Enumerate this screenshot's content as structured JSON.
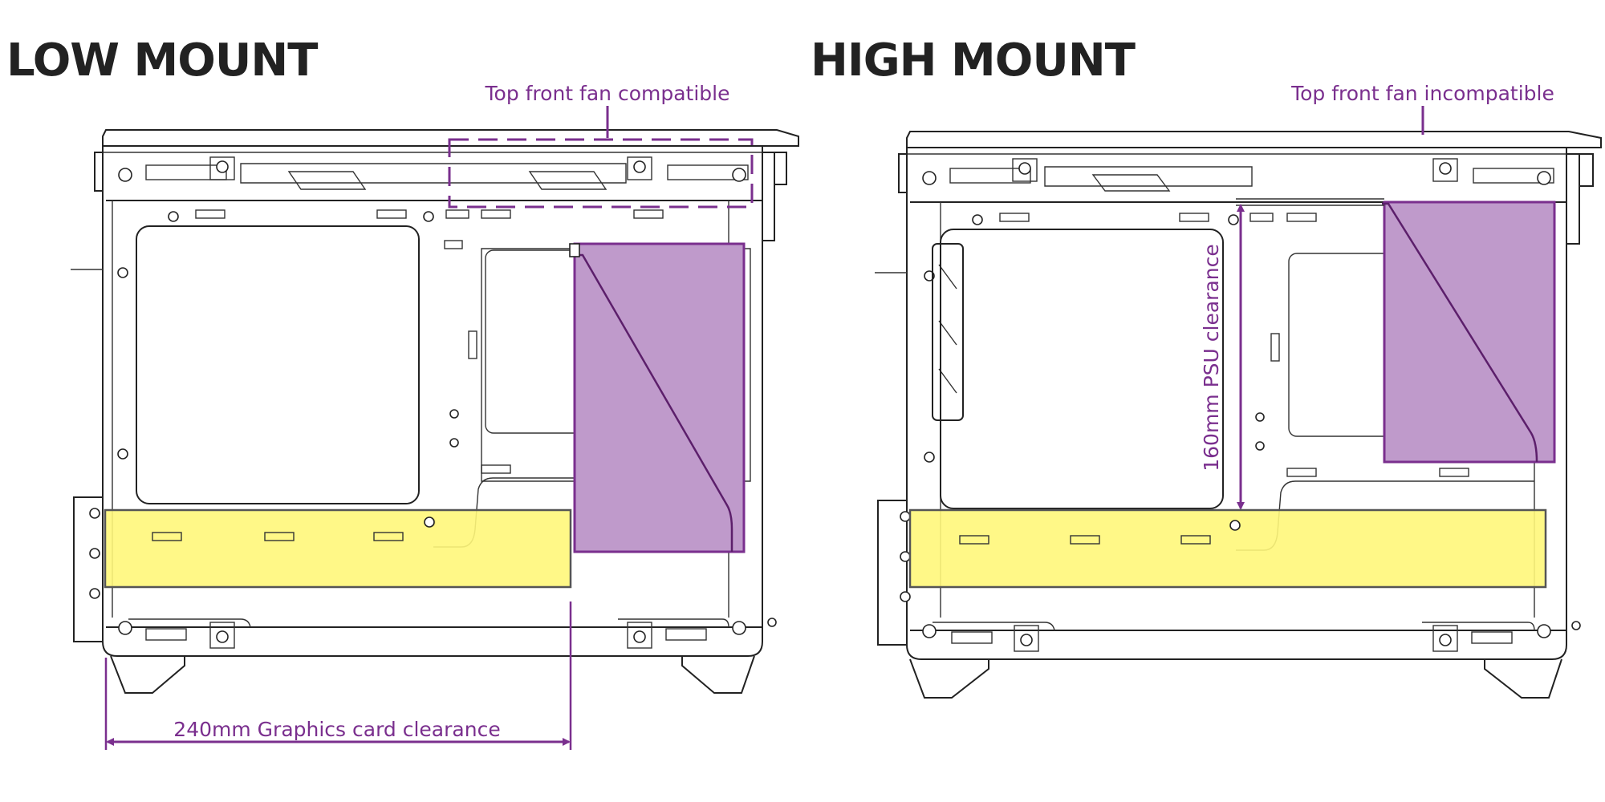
{
  "colors": {
    "accent": "#7a2f8e",
    "psu_fill": "#bf9acb",
    "gpu_fill": "#fff77a",
    "line": "#222222"
  },
  "panels": {
    "low": {
      "title": "LOW MOUNT",
      "fan_note": "Top front fan compatible",
      "gpu_clearance": "240mm Graphics card clearance"
    },
    "high": {
      "title": "HIGH MOUNT",
      "fan_note": "Top front fan incompatible",
      "psu_clearance": "160mm PSU clearance"
    }
  }
}
